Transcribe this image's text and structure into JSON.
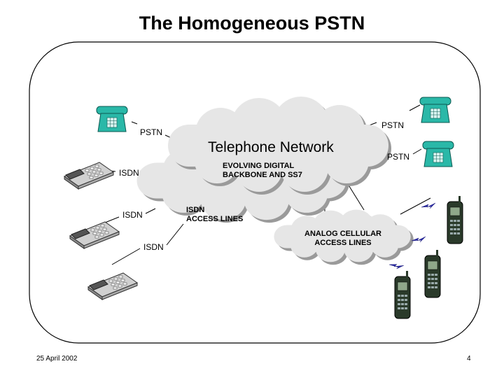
{
  "title": "The Homogeneous PSTN",
  "network_label": "Telephone Network",
  "backbone_label": [
    "EVOLVING DIGITAL",
    "BACKBONE AND SS7"
  ],
  "isdn_access_label": [
    "ISDN",
    "ACCESS LINES"
  ],
  "cellular_access_label": [
    "ANALOG CELLULAR",
    "ACCESS LINES"
  ],
  "pstn_labels": [
    "PSTN",
    "PSTN",
    "PSTN"
  ],
  "isdn_labels": [
    "ISDN",
    "ISDN",
    "ISDN"
  ],
  "footer": {
    "date": "25 April 2002",
    "page": "4"
  },
  "colors": {
    "phone": "#2ab8a8",
    "cloud": "#e6e6e6",
    "cloud_shadow": "#9a9a9a",
    "cellphone": "#2a3a2a"
  },
  "icons": [
    "pstn-phone-icon",
    "isdn-phone-icon",
    "cell-phone-icon",
    "lightning-icon"
  ]
}
